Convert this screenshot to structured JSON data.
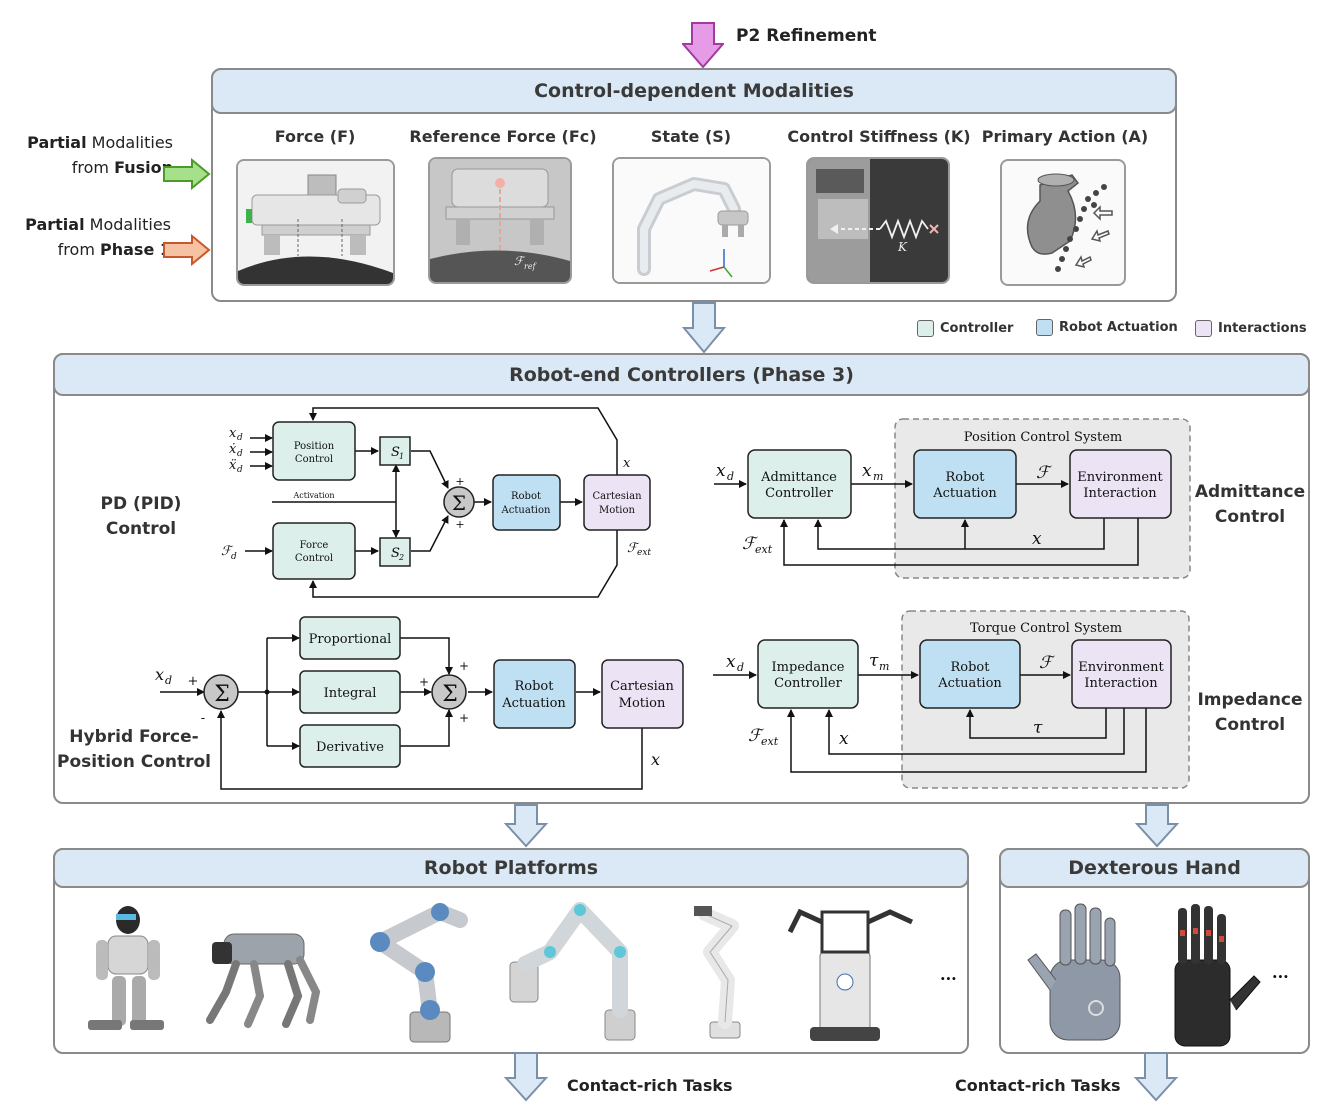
{
  "top": {
    "refinement_label": "P2 Refinement"
  },
  "modalities": {
    "title": "Control-dependent Modalities",
    "items": [
      {
        "label": "Force (F)"
      },
      {
        "label": "Reference Force (Fc)"
      },
      {
        "label": "State (S)"
      },
      {
        "label": "Control Stiffness (K)"
      },
      {
        "label": "Primary Action (A)"
      }
    ],
    "fusion_bold1": "Partial",
    "fusion_text1": " Modalities",
    "fusion_text2": "from ",
    "fusion_bold2": "Fusion",
    "phase_bold1": "Partial",
    "phase_text1": " Modalities",
    "phase_text2": "from ",
    "phase_bold2": "Phase 1",
    "image_labels": {
      "fref": "ℱ",
      "fref_sub": "ref",
      "k": "K"
    }
  },
  "legend": {
    "controller": "Controller",
    "robot_actuation": "Robot Actuation",
    "interactions": "Interactions",
    "colors": {
      "controller": "#dcefea",
      "robot_actuation": "#bfe0f2",
      "interactions": "#ece3f4"
    }
  },
  "controllers": {
    "title": "Robot-end Controllers (Phase 3)",
    "pd": {
      "label": "PD (PID) Control",
      "position_control": [
        "Position",
        "Control"
      ],
      "force_control": [
        "Force",
        "Control"
      ],
      "activation": "Activation",
      "robot_actuation": [
        "Robot",
        "Actuation"
      ],
      "cartesian_motion": [
        "Cartesian",
        "Motion"
      ],
      "s1": "S",
      "s1_sub": "1",
      "s2": "S",
      "s2_sub": "2",
      "sigma": "Σ",
      "plus": "+",
      "x": "x",
      "fext": "ℱ",
      "fext_sub": "ext",
      "fd": "ℱ",
      "fd_sub": "d",
      "xd": "x",
      "xd_sub": "d",
      "xd_dot": "ẋ",
      "xd_ddot": "ẍ"
    },
    "hybrid": {
      "label_line1": "Hybrid Force-",
      "label_line2": "Position Control",
      "proportional": "Proportional",
      "integral": "Integral",
      "derivative": "Derivative",
      "robot_actuation": [
        "Robot",
        "Actuation"
      ],
      "cartesian_motion": [
        "Cartesian",
        "Motion"
      ],
      "sigma": "Σ",
      "plus": "+",
      "minus": "-",
      "xd": "x",
      "xd_sub": "d",
      "x": "x"
    },
    "admittance": {
      "label_line1": "Admittance",
      "label_line2": "Control",
      "system": "Position Control System",
      "controller": [
        "Admittance",
        "Controller"
      ],
      "robot_actuation": [
        "Robot",
        "Actuation"
      ],
      "environment": [
        "Environment",
        "Interaction"
      ],
      "xd": "x",
      "xd_sub": "d",
      "xm": "x",
      "xm_sub": "m",
      "f": "ℱ",
      "x": "x",
      "fext": "ℱ",
      "fext_sub": "ext"
    },
    "impedance": {
      "label_line1": "Impedance",
      "label_line2": "Control",
      "system": "Torque Control System",
      "controller": [
        "Impedance",
        "Controller"
      ],
      "robot_actuation": [
        "Robot",
        "Actuation"
      ],
      "environment": [
        "Environment",
        "Interaction"
      ],
      "xd": "x",
      "xd_sub": "d",
      "tm": "τ",
      "tm_sub": "m",
      "f": "ℱ",
      "tau": "τ",
      "x": "x",
      "fext": "ℱ",
      "fext_sub": "ext"
    }
  },
  "platforms": {
    "title": "Robot Platforms",
    "items": [
      "humanoid-robot",
      "quadruped-robot",
      "ur-arm",
      "collaborative-arm",
      "franka-arm",
      "dual-arm-mobile-robot"
    ],
    "ellipsis": "..."
  },
  "hands": {
    "title": "Dexterous Hand",
    "items": [
      "humanoid-hand",
      "shadow-hand"
    ],
    "ellipsis": "..."
  },
  "tasks": {
    "left": "Contact-rich Tasks",
    "right": "Contact-rich Tasks"
  }
}
